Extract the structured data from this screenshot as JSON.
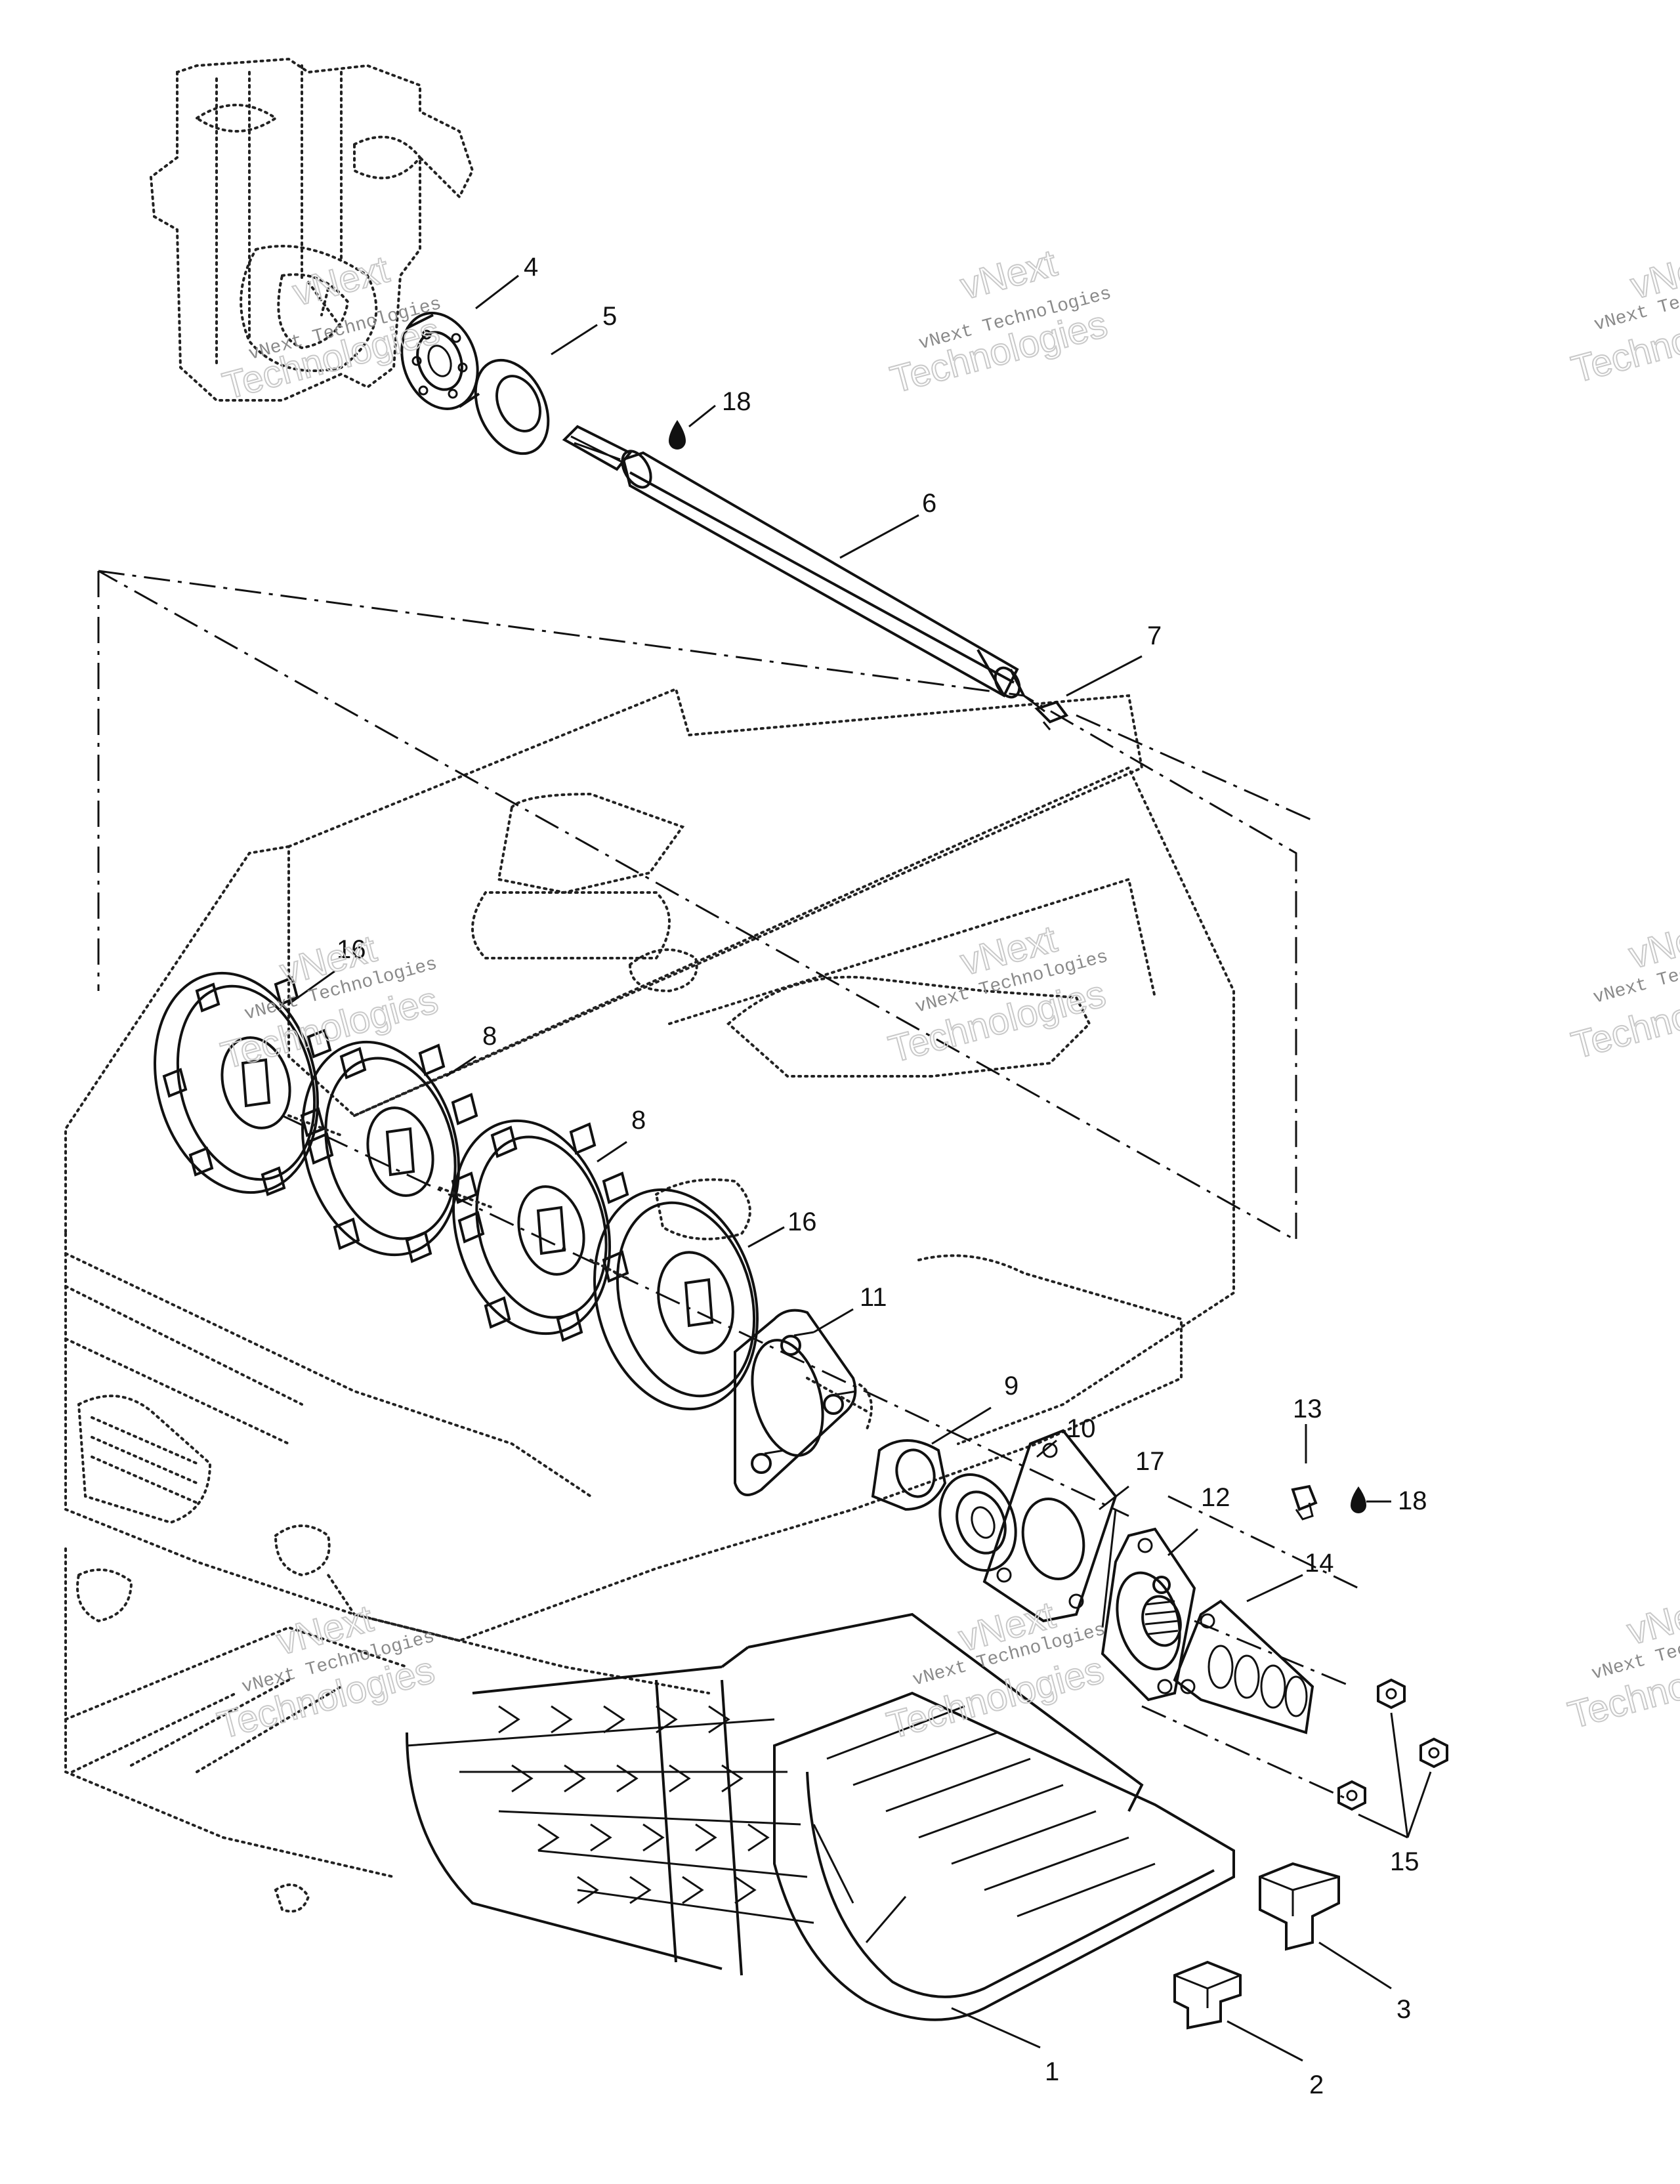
{
  "watermark": {
    "line1": "vNext",
    "line2": "vNext Technologies",
    "line3": "Technologies"
  },
  "callouts": {
    "c1": "1",
    "c2": "2",
    "c3": "3",
    "c4": "4",
    "c5": "5",
    "c6": "6",
    "c7": "7",
    "c8a": "8",
    "c8b": "8",
    "c9": "9",
    "c10": "10",
    "c11": "11",
    "c12": "12",
    "c13": "13",
    "c14": "14",
    "c15": "15",
    "c16a": "16",
    "c16b": "16",
    "c17": "17",
    "c18a": "18",
    "c18b": "18"
  },
  "colors": {
    "line": "#111111",
    "watermark": "#8a8a8a",
    "background": "#ffffff"
  }
}
